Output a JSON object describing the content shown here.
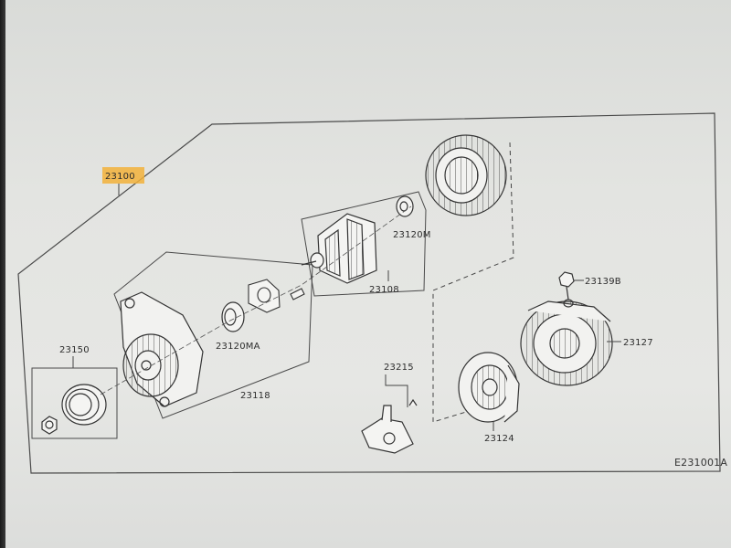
{
  "diagram": {
    "reference_code": "E231001A",
    "highlight_color": "#f2b23a",
    "line_color": "#4a4a4a",
    "parts": [
      {
        "id": "assembly",
        "label": "23100"
      },
      {
        "id": "pulley",
        "label": "23150"
      },
      {
        "id": "housing_front",
        "label": "23118"
      },
      {
        "id": "bearing_front",
        "label": "23120MA"
      },
      {
        "id": "rotor",
        "label": "23108"
      },
      {
        "id": "bearing_rear",
        "label": "23120M"
      },
      {
        "id": "terminal",
        "label": "23215"
      },
      {
        "id": "rectifier",
        "label": "23124"
      },
      {
        "id": "rear_cover",
        "label": "23127"
      },
      {
        "id": "nut",
        "label": "23139B"
      }
    ]
  }
}
